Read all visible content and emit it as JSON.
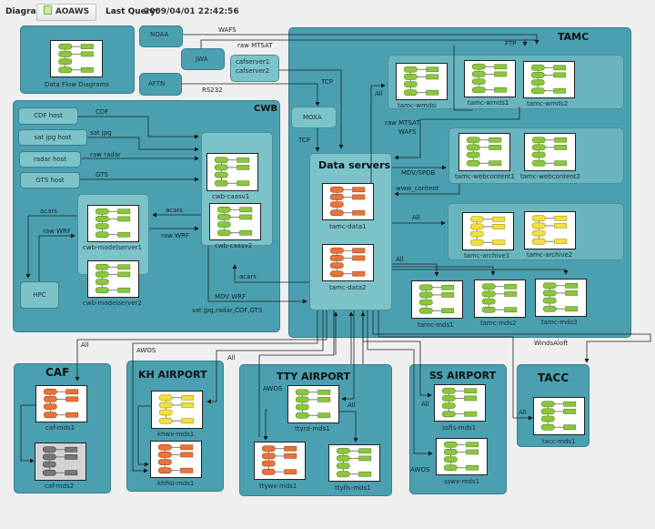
{
  "toolbar": {
    "diagram_label": "Diagram:",
    "diagram_button": "AOAWS",
    "last_query_label": "Last Query:",
    "last_query_value": "2009/04/01 22:42:56"
  },
  "colors": {
    "group_fill": "#4aa0b1",
    "subgroup_fill": "#7cc3c9",
    "status_green": "#8cc63f",
    "status_orange": "#e8743b",
    "status_yellow": "#f0e040",
    "status_gray": "#777777",
    "background": "#efefef"
  },
  "legend_box": {
    "label": "Data Flow Diagrams",
    "icon": "flow-diagram-icon"
  },
  "external_sources": {
    "noaa": "NOAA",
    "jwa": "JWA",
    "aftn": "AFTN",
    "cafserver": [
      "cafserver1",
      "cafserver2"
    ],
    "moxa": "MOXA",
    "hpc": "HPC"
  },
  "groups": {
    "tamc": "TAMC",
    "cwb": "CWB",
    "caf": "CAF",
    "kh": "KH AIRPORT",
    "tty": "TTY AIRPORT",
    "ss": "SS AIRPORT",
    "tacc": "TACC",
    "data_servers": "Data servers"
  },
  "cwb_hosts": [
    "CDF host",
    "sat jpg host",
    "radar host",
    "GTS host"
  ],
  "nodes": {
    "tamc_wmdsi": {
      "label": "tamc-wmdsi",
      "status": "green"
    },
    "tamc_wmds1": {
      "label": "tamc-wmds1",
      "status": "green"
    },
    "tamc_wmds2": {
      "label": "tamc-wmds2",
      "status": "green"
    },
    "tamc_webcontent1": {
      "label": "tamc-webcontent1",
      "status": "green"
    },
    "tamc_webcontent2": {
      "label": "tamc-webcontent2",
      "status": "green"
    },
    "tamc_archive1": {
      "label": "tamc-archive1",
      "status": "yellow"
    },
    "tamc_archive2": {
      "label": "tamc-archive2",
      "status": "yellow"
    },
    "tamc_data1": {
      "label": "tamc-data1",
      "status": "orange"
    },
    "tamc_data2": {
      "label": "tamc-data2",
      "status": "orange"
    },
    "tamc_mds1": {
      "label": "tamc-mds1",
      "status": "green"
    },
    "tamc_mds2": {
      "label": "tamc-mds2",
      "status": "green"
    },
    "tamc_mds3": {
      "label": "tamc-mds3",
      "status": "green"
    },
    "cwb_caasv1": {
      "label": "cwb-caasv1",
      "status": "green"
    },
    "cwb_caasv2": {
      "label": "cwb-caasv2",
      "status": "green"
    },
    "cwb_modelserver1": {
      "label": "cwb-modelserver1",
      "status": "green"
    },
    "cwb_modelserver2": {
      "label": "cwb-modelserver2",
      "status": "green"
    },
    "caf_mds1": {
      "label": "caf-mds1",
      "status": "orange"
    },
    "caf_mds2": {
      "label": "caf-mds2",
      "status": "gray"
    },
    "khwx_mds1": {
      "label": "khwx-mds1",
      "status": "yellow"
    },
    "khfisi_mds1": {
      "label": "khfisi-mds1",
      "status": "orange"
    },
    "ttyrd_mds1": {
      "label": "ttyrd-mds1",
      "status": "green"
    },
    "ttywx_mds1": {
      "label": "ttywx-mds1",
      "status": "orange"
    },
    "ttyfis_mds1": {
      "label": "ttyfis-mds1",
      "status": "green"
    },
    "ssfis_mds1": {
      "label": "ssfis-mds1",
      "status": "green"
    },
    "sswx_mds1": {
      "label": "sswx-mds1",
      "status": "green"
    },
    "tacc_mds1": {
      "label": "tacc-mds1",
      "status": "green"
    }
  },
  "edge_labels": {
    "wafs": "WAFS",
    "raw_mtsat": "raw MTSAT",
    "rs232": "RS232",
    "tcp1": "TCP",
    "tcp2": "TCP",
    "ftp": "FTP",
    "all_wmds": "All",
    "raw_mtsat2": "raw MTSAT",
    "wafs2": "WAFS",
    "mdv_spdb": "MDV/SPDB",
    "www_content": "www_content",
    "all_archive": "All",
    "all_mds": "All",
    "cdf": "CDF",
    "sat_jpg": "sat jpg",
    "raw_radar": "raw radar",
    "gts": "GTS",
    "acars1": "acars",
    "acars2": "acars",
    "acars3": "acars",
    "raw_wrf1": "raw WRF",
    "raw_wrf2": "raw WRF",
    "mdv_wrf": "MDV WRF",
    "sat_list": "sat jpg,radar,CDF,GTS",
    "all_caf": "All",
    "awos_kh": "AWOS",
    "all_kh": "All",
    "awos_tty": "AWOS",
    "all_tty": "All",
    "all_ss": "All",
    "awos_ss": "AWOS",
    "winds_aloft": "WindsAloft",
    "all_tacc": "All"
  }
}
